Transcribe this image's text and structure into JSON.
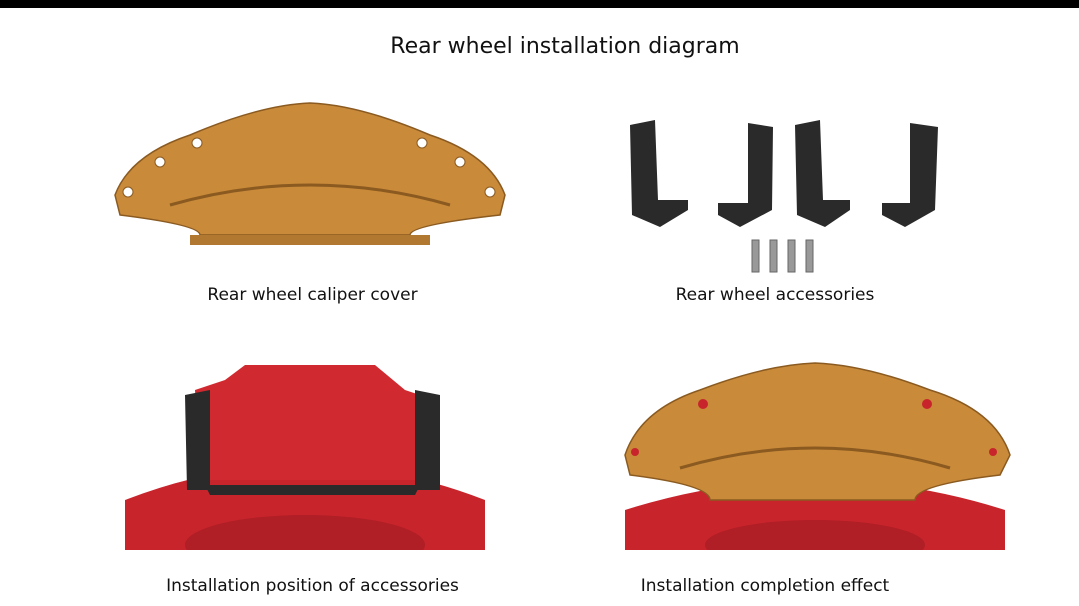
{
  "title": "Rear wheel installation diagram",
  "panels": [
    {
      "caption": "Rear wheel caliper cover"
    },
    {
      "caption": "Rear wheel accessories"
    },
    {
      "caption": "Installation position of accessories"
    },
    {
      "caption": "Installation completion effect"
    }
  ],
  "colors": {
    "caliper_cover": "#c98a3a",
    "brake": "#c8242c",
    "bracket": "#2a2a2a"
  }
}
